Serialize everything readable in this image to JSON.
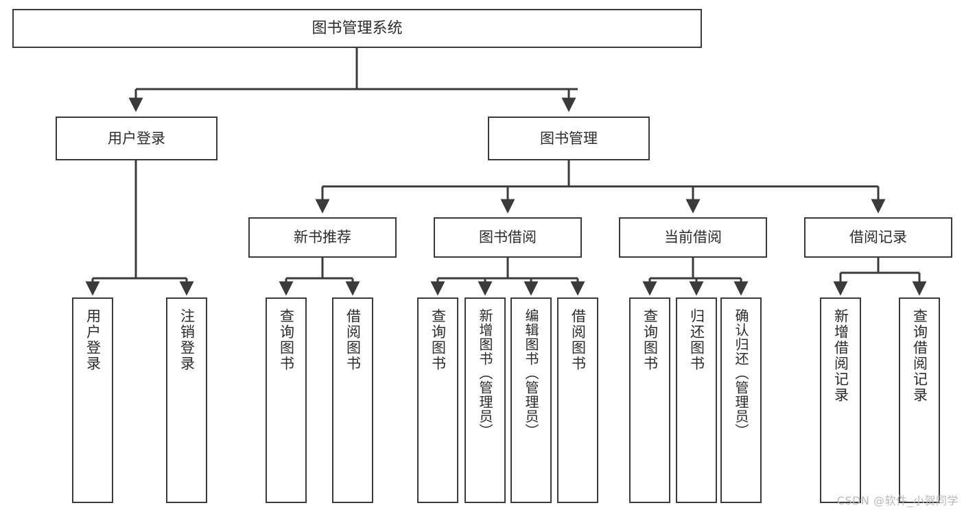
{
  "diagram": {
    "title": "图书管理系统",
    "kind": "功能结构图",
    "stroke_color": "#3a3a3a",
    "text_color": "#2b2b2b",
    "background_color": "#ffffff"
  },
  "root": {
    "id": "root",
    "label": "图书管理系统"
  },
  "level2": [
    {
      "id": "user-login",
      "label": "用户登录"
    },
    {
      "id": "book-manage",
      "label": "图书管理"
    }
  ],
  "level3": [
    {
      "id": "new-book-rec",
      "label": "新书推荐"
    },
    {
      "id": "book-borrow",
      "label": "图书借阅"
    },
    {
      "id": "current-borrow",
      "label": "当前借阅"
    },
    {
      "id": "borrow-record",
      "label": "借阅记录"
    }
  ],
  "leaves": {
    "user_login": [
      {
        "id": "leaf-user-login",
        "label": "用户登录"
      },
      {
        "id": "leaf-logout-login",
        "label": "注销登录"
      }
    ],
    "new_book_rec": [
      {
        "id": "leaf-query-book-1",
        "label": "查询图书"
      },
      {
        "id": "leaf-borrow-book-1",
        "label": "借阅图书"
      }
    ],
    "book_borrow": [
      {
        "id": "leaf-query-book-2",
        "label": "查询图书"
      },
      {
        "id": "leaf-add-book",
        "label": "新增图书（管理员）"
      },
      {
        "id": "leaf-edit-book",
        "label": "编辑图书（管理员）"
      },
      {
        "id": "leaf-borrow-book-2",
        "label": "借阅图书"
      }
    ],
    "current_borrow": [
      {
        "id": "leaf-query-book-3",
        "label": "查询图书"
      },
      {
        "id": "leaf-return-book",
        "label": "归还图书"
      },
      {
        "id": "leaf-confirm-return",
        "label": "确认归还（管理员）"
      }
    ],
    "borrow_record": [
      {
        "id": "leaf-add-record",
        "label": "新增借阅记录"
      },
      {
        "id": "leaf-query-record",
        "label": "查询借阅记录"
      }
    ]
  },
  "watermark": {
    "text": "CSDN @软件_小贺同学"
  }
}
